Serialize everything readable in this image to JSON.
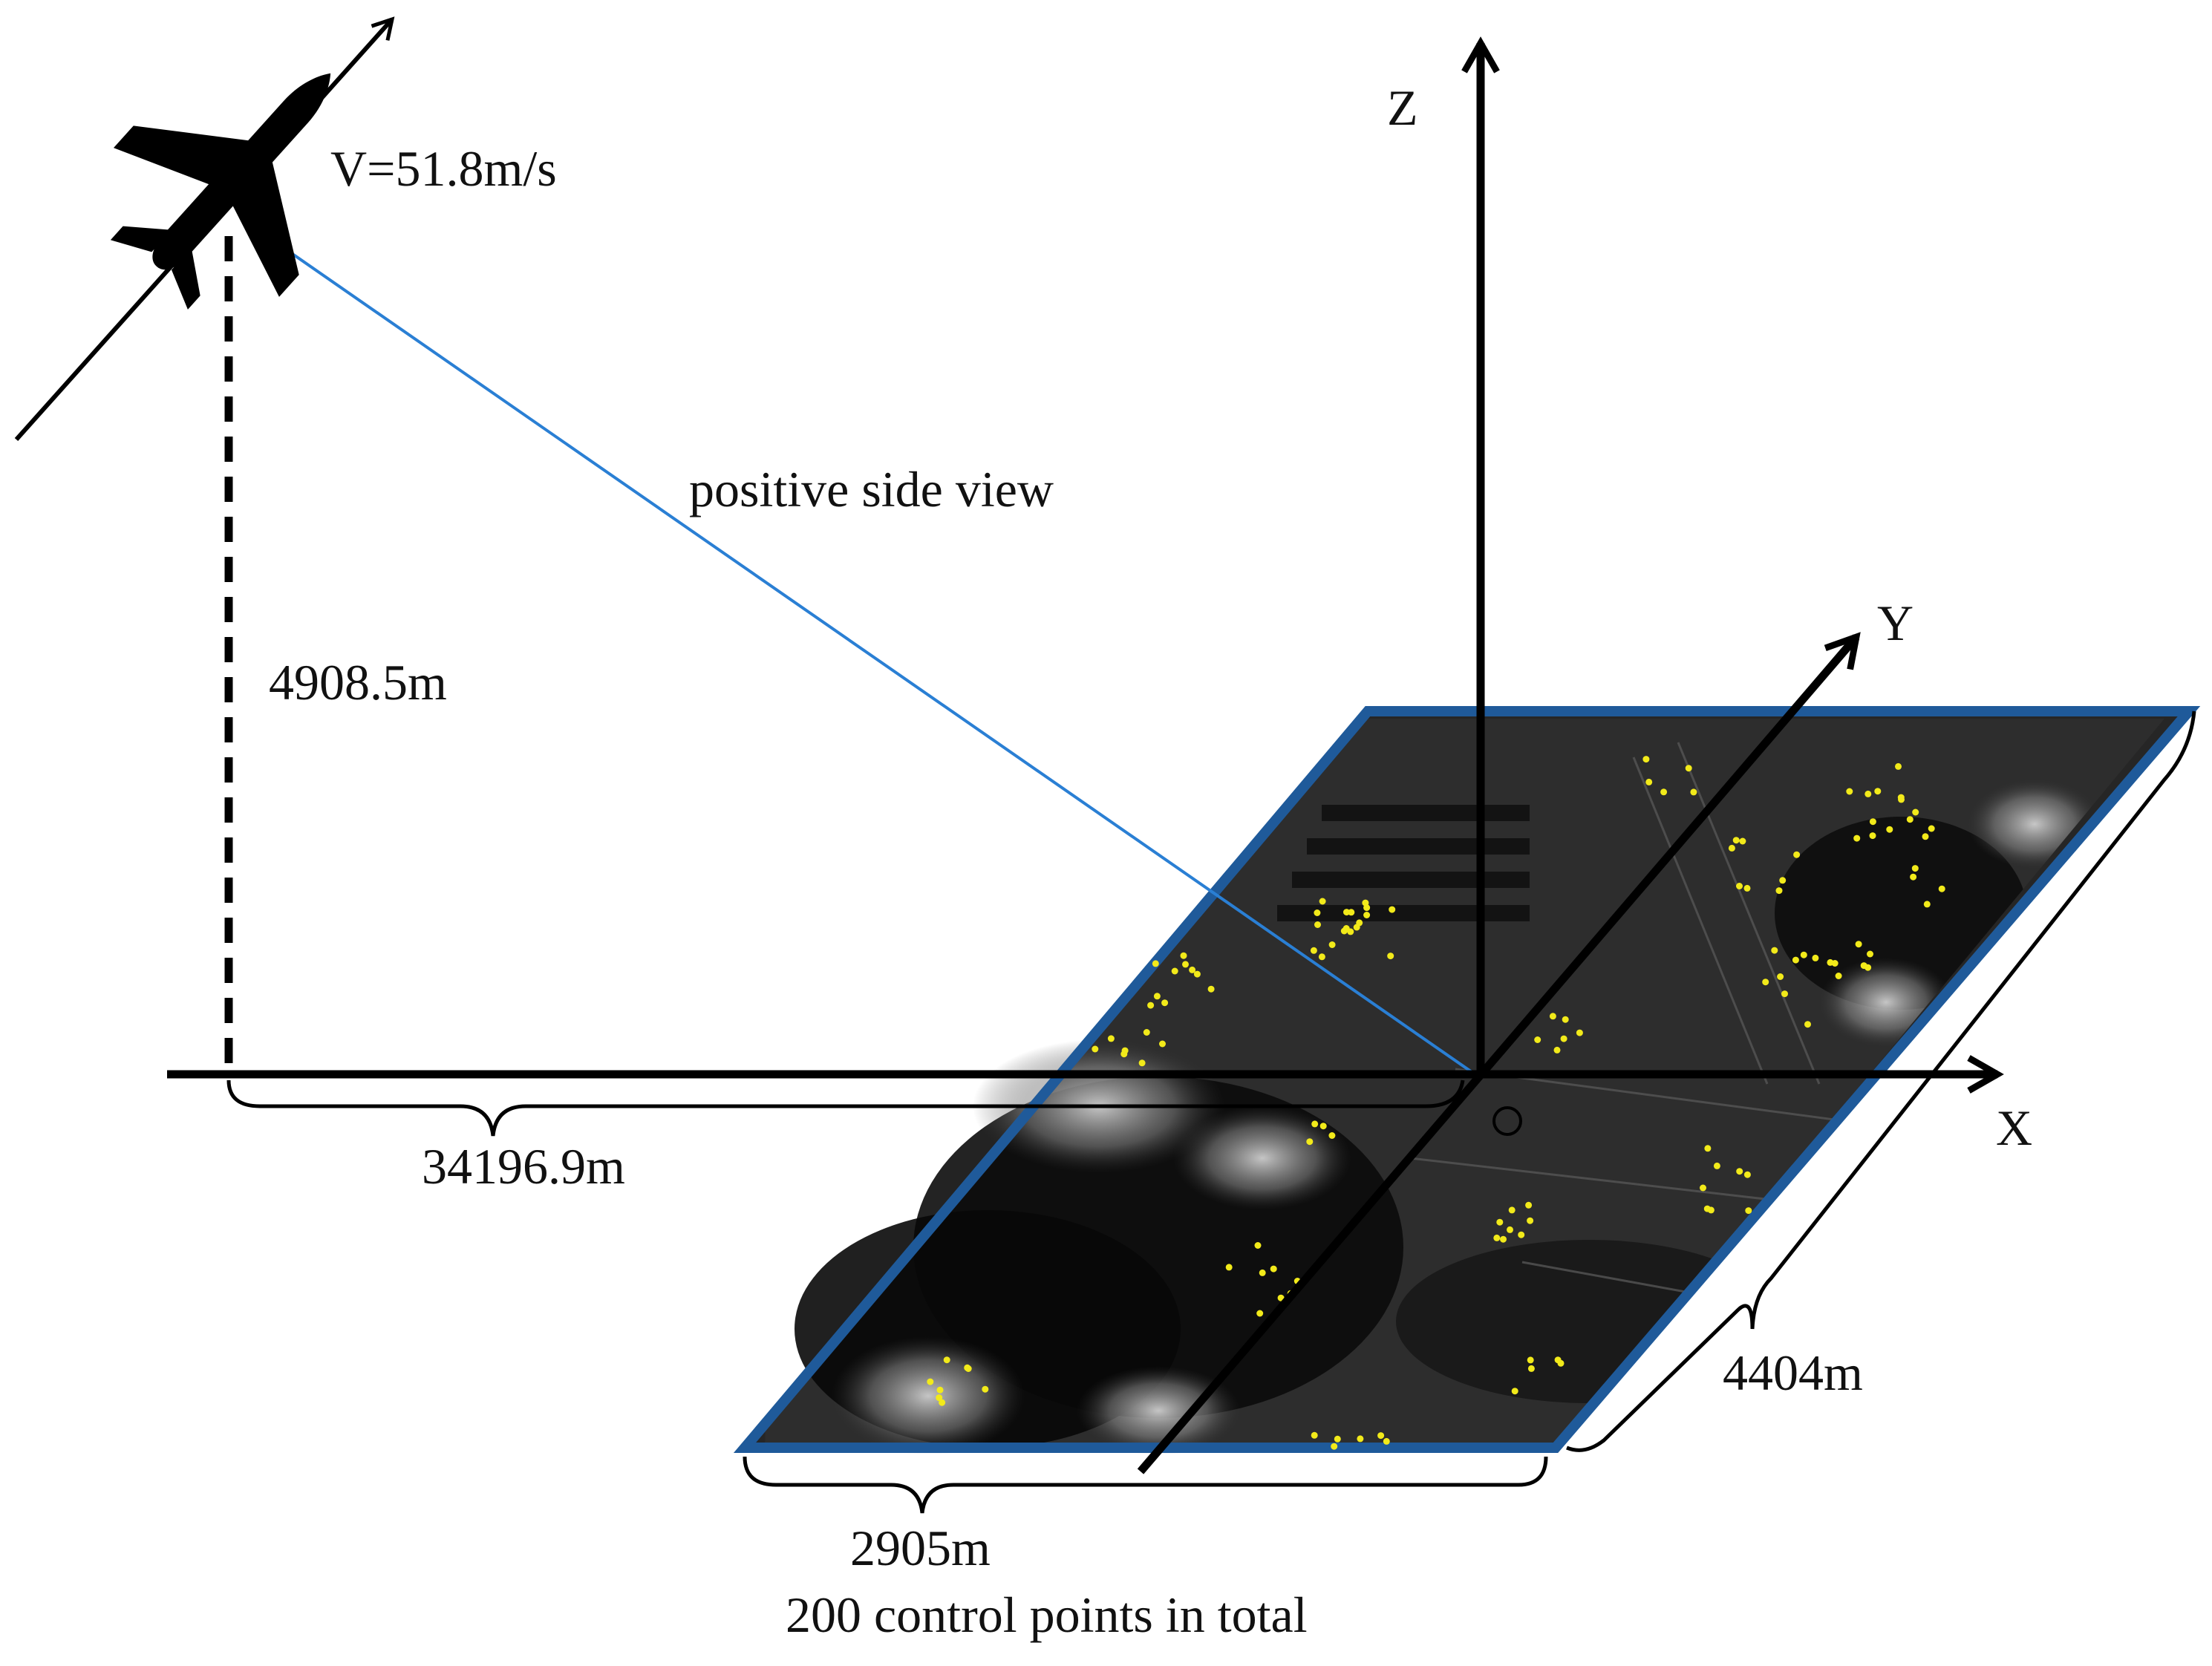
{
  "labels": {
    "velocity": "V=51.8m/s",
    "view": "positive side view",
    "height": "4908.5m",
    "ground_distance": "34196.9m",
    "axis_x": "X",
    "axis_y": "Y",
    "axis_z": "Z",
    "origin": "O",
    "scene_width": "2905m",
    "scene_depth": "4404m",
    "control_points": "200 control points in total"
  },
  "colors": {
    "background": "#ffffff",
    "axis": "#000000",
    "line_of_sight": "#2a7fd4",
    "scene_border": "#1f5a9a",
    "control_point": "#f2ea1a"
  },
  "icons": {
    "aircraft": "airplane-icon"
  }
}
